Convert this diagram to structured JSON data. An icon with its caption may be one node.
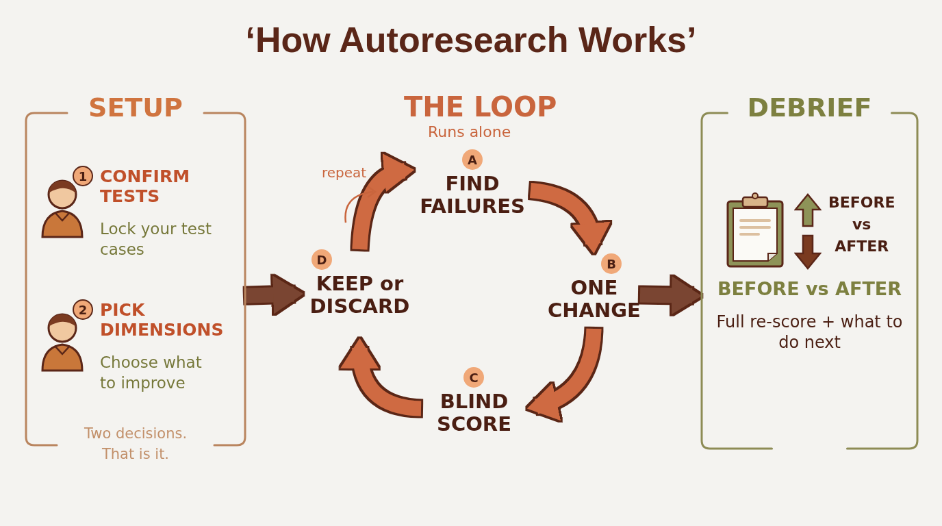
{
  "diagram": {
    "title": "‘How Autoresearch Works’",
    "nodes": [
      {
        "text": [
          "SETUP",
          "Two decisions. That is it."
        ]
      },
      {
        "text": [
          "1",
          "CONFIRM TESTS",
          "Lock your test cases"
        ],
        "in": 0
      },
      {
        "text": [
          "2",
          "PICK DIMENSIONS",
          "Choose what to improve"
        ],
        "in": 0
      },
      {
        "text": [
          "A",
          "FIND FAILURES"
        ]
      },
      {
        "text": [
          "B",
          "ONE CHANGE"
        ]
      },
      {
        "text": [
          "C",
          "BLIND SCORE"
        ]
      },
      {
        "text": [
          "D",
          "KEEP or DISCARD"
        ]
      },
      {
        "text": [
          "DEBRIEF",
          "BEFORE vs AFTER",
          "Full re-score + what to do next"
        ]
      },
      {
        "text": [
          "BEFORE vs AFTER"
        ],
        "in": 7
      }
    ],
    "edges": [
      {
        "from": 0,
        "to": 6,
        "arrow": "to",
        "color": "#7a4530"
      },
      {
        "from": 3,
        "to": 4,
        "arrow": "to"
      },
      {
        "from": 4,
        "to": 5,
        "arrow": "to"
      },
      {
        "from": 5,
        "to": 6,
        "arrow": "to"
      },
      {
        "from": 6,
        "to": 3,
        "arrow": "to"
      },
      {
        "from": 4,
        "to": 7,
        "arrow": "to",
        "color": "#7a4530"
      }
    ],
    "labels": [
      "THE LOOP",
      "Runs alone",
      "repeat"
    ]
  }
}
